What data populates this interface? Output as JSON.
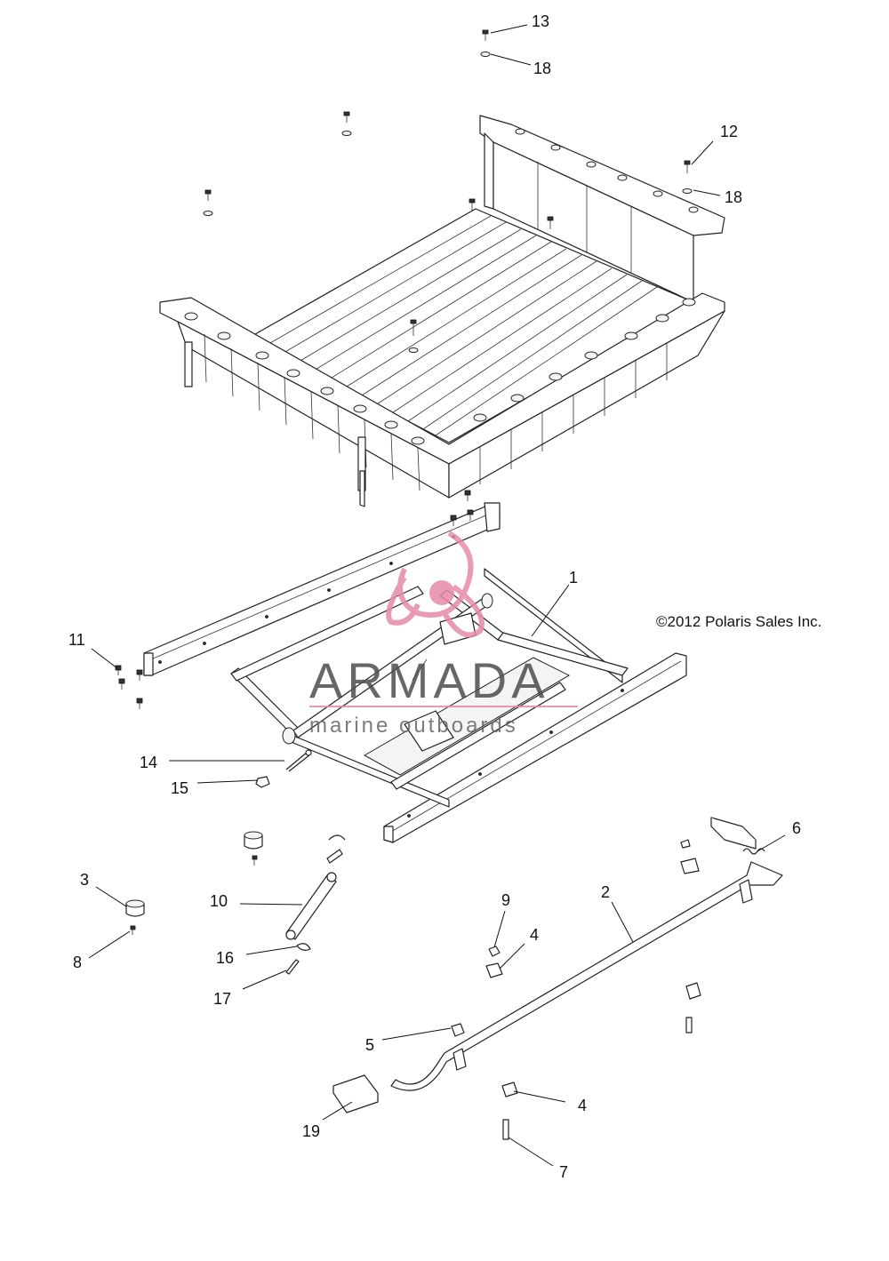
{
  "copyright": "©2012 Polaris Sales Inc.",
  "watermark": {
    "title": "ARMADA",
    "subtitle": "marine outboards",
    "logo_color": "#e68aa8"
  },
  "callouts": {
    "c13": "13",
    "c18a": "18",
    "c12": "12",
    "c18b": "18",
    "c1": "1",
    "c11": "11",
    "c14": "14",
    "c15": "15",
    "c6": "6",
    "c3": "3",
    "c10": "10",
    "c8": "8",
    "c2": "2",
    "c9": "9",
    "c4a": "4",
    "c16": "16",
    "c17": "17",
    "c5": "5",
    "c4b": "4",
    "c19": "19",
    "c7": "7"
  }
}
